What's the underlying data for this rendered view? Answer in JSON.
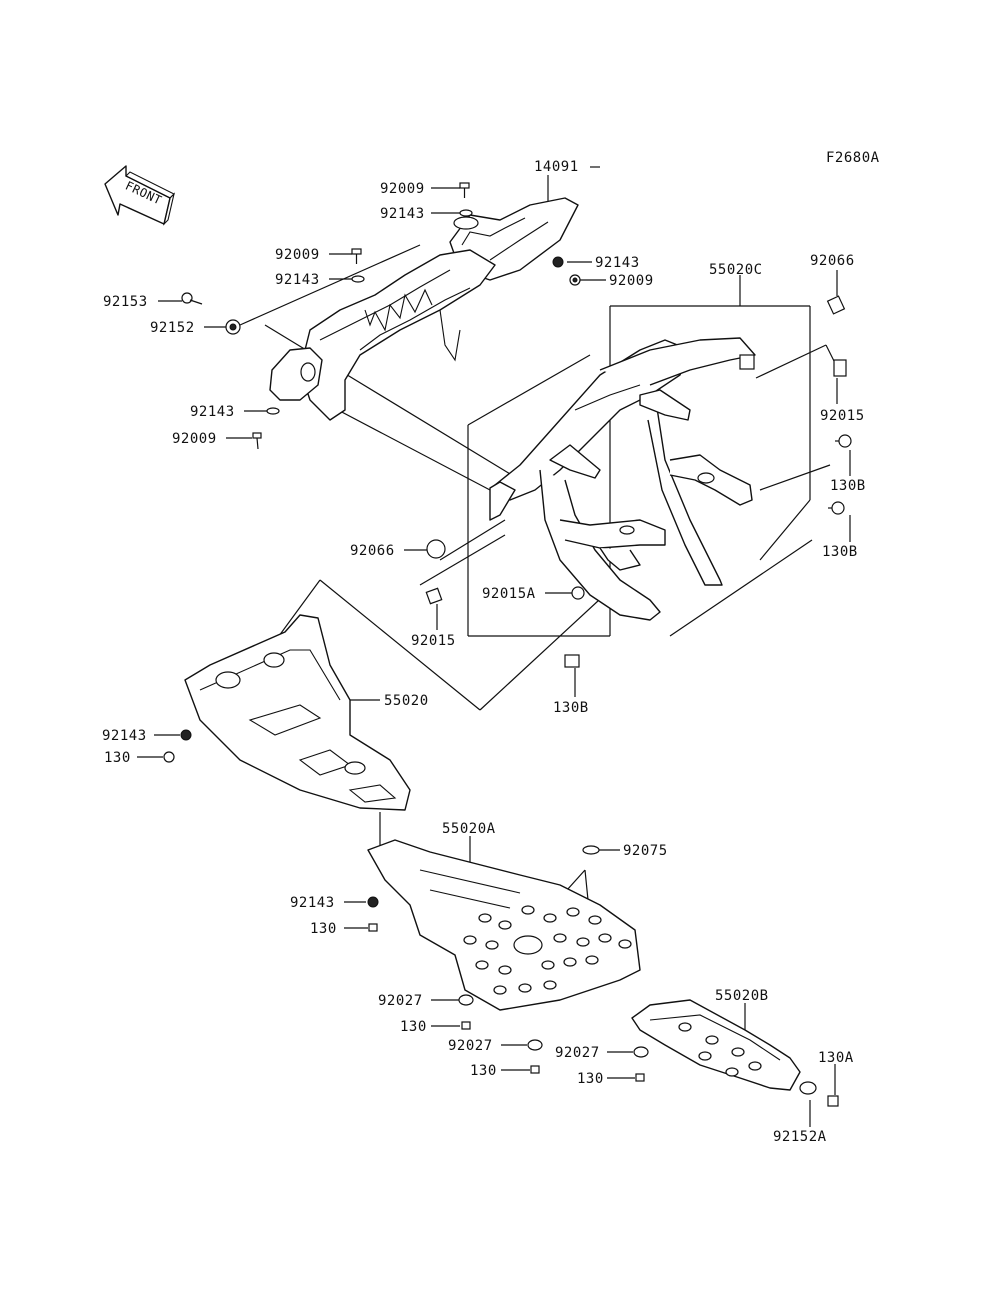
{
  "diagram": {
    "code": "F2680A",
    "front_label": "FRONT",
    "labels": [
      {
        "id": "14091",
        "text": "14091"
      },
      {
        "id": "92009a",
        "text": "92009"
      },
      {
        "id": "92143a",
        "text": "92143"
      },
      {
        "id": "92143b",
        "text": "92143"
      },
      {
        "id": "92009b",
        "text": "92009"
      },
      {
        "id": "92009c",
        "text": "92009"
      },
      {
        "id": "92143c",
        "text": "92143"
      },
      {
        "id": "92153",
        "text": "92153"
      },
      {
        "id": "92152",
        "text": "92152"
      },
      {
        "id": "92143d",
        "text": "92143"
      },
      {
        "id": "92009d",
        "text": "92009"
      },
      {
        "id": "55020C",
        "text": "55020C"
      },
      {
        "id": "92066a",
        "text": "92066"
      },
      {
        "id": "92015a",
        "text": "92015"
      },
      {
        "id": "130Ba",
        "text": "130B"
      },
      {
        "id": "130Bb",
        "text": "130B"
      },
      {
        "id": "92066b",
        "text": "92066"
      },
      {
        "id": "92015Aa",
        "text": "92015A"
      },
      {
        "id": "92015b",
        "text": "92015"
      },
      {
        "id": "130Bc",
        "text": "130B"
      },
      {
        "id": "55020",
        "text": "55020"
      },
      {
        "id": "92143e",
        "text": "92143"
      },
      {
        "id": "130a",
        "text": "130"
      },
      {
        "id": "55020A",
        "text": "55020A"
      },
      {
        "id": "92075",
        "text": "92075"
      },
      {
        "id": "92143f",
        "text": "92143"
      },
      {
        "id": "130b",
        "text": "130"
      },
      {
        "id": "92027a",
        "text": "92027"
      },
      {
        "id": "130c",
        "text": "130"
      },
      {
        "id": "92027b",
        "text": "92027"
      },
      {
        "id": "130d",
        "text": "130"
      },
      {
        "id": "55020B",
        "text": "55020B"
      },
      {
        "id": "92027c",
        "text": "92027"
      },
      {
        "id": "130e",
        "text": "130"
      },
      {
        "id": "130A",
        "text": "130A"
      },
      {
        "id": "92152A",
        "text": "92152A"
      }
    ]
  }
}
